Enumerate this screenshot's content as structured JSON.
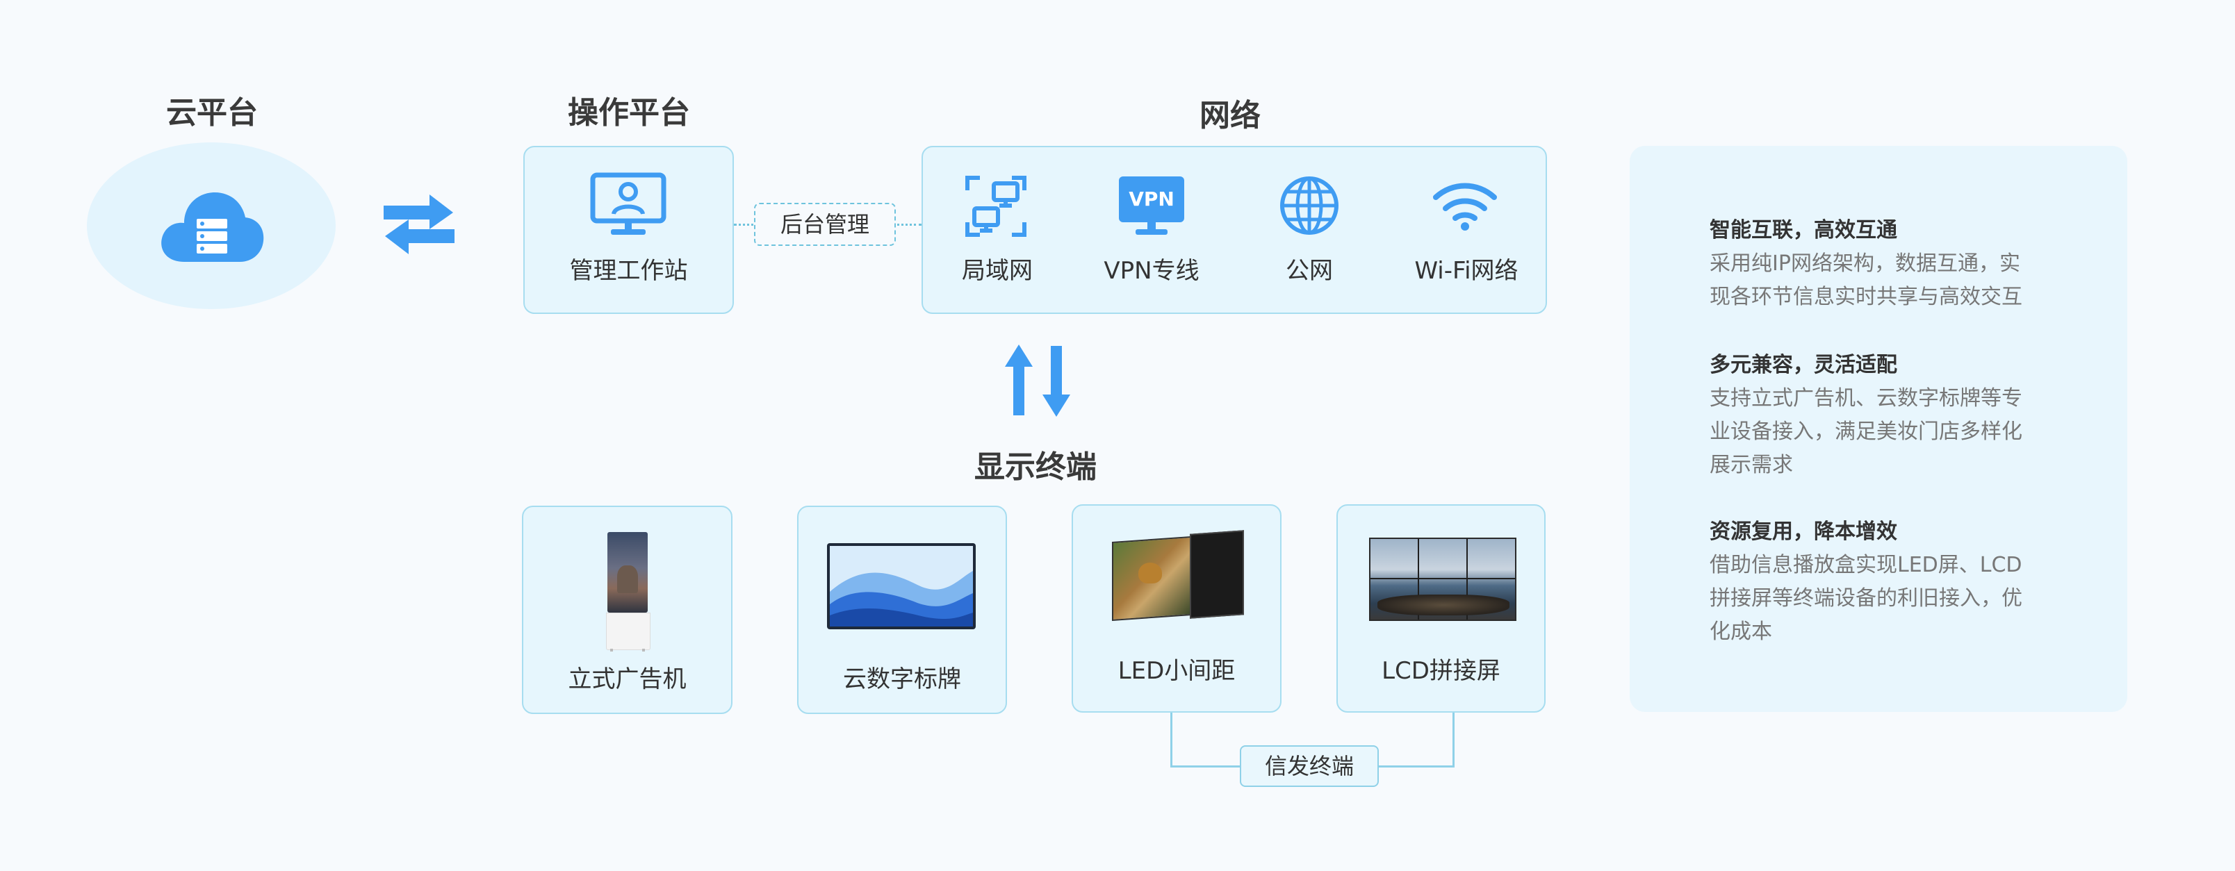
{
  "cloud_platform": {
    "title": "云平台",
    "icon": "cloud-server-icon"
  },
  "operation_platform": {
    "title": "操作平台",
    "workstation_label": "管理工作站",
    "icon": "monitor-user-icon",
    "link_label": "后台管理"
  },
  "network": {
    "title": "网络",
    "items": [
      {
        "label": "局域网",
        "icon": "lan-icon"
      },
      {
        "label": "VPN专线",
        "icon": "vpn-icon",
        "badge": "VPN"
      },
      {
        "label": "公网",
        "icon": "globe-icon"
      },
      {
        "label": "Wi-Fi网络",
        "icon": "wifi-icon"
      }
    ]
  },
  "display_terminals": {
    "title": "显示终端",
    "items": [
      {
        "label": "立式广告机",
        "image": "standing-kiosk"
      },
      {
        "label": "云数字标牌",
        "image": "digital-signage"
      },
      {
        "label": "LED小间距",
        "image": "led-panels"
      },
      {
        "label": "LCD拼接屏",
        "image": "lcd-video-wall"
      }
    ],
    "group_label": "信发终端"
  },
  "features": [
    {
      "title": "智能互联，高效互通",
      "desc": [
        "采用纯IP网络架构，数据互通，实",
        "现各环节信息实时共享与高效交互"
      ]
    },
    {
      "title": "多元兼容，灵活适配",
      "desc": [
        "支持立式广告机、云数字标牌等专",
        "业设备接入，满足美妆门店多样化",
        "展示需求"
      ]
    },
    {
      "title": "资源复用，降本增效",
      "desc": [
        "借助信息播放盒实现LED屏、LCD",
        "拼接屏等终端设备的利旧接入，优",
        "化成本"
      ]
    }
  ],
  "colors": {
    "accent": "#3f9cf2",
    "box_fill": "#e6f6fd",
    "box_border": "#a7ddf0",
    "panel": "#e8f6fd"
  }
}
